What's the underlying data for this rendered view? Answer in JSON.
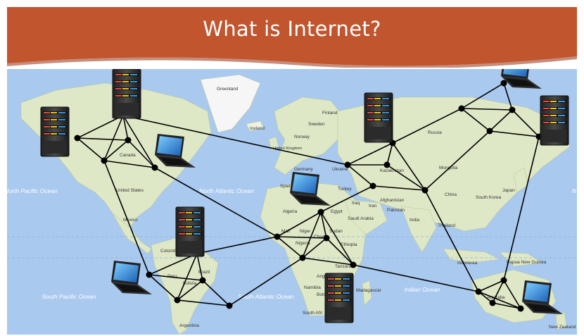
{
  "slide": {
    "title": "What is Internet?"
  },
  "map_labels": {
    "greenland": "Greenland",
    "iceland": "Iceland",
    "finland": "Finland",
    "sweden": "Sweden",
    "norway": "Norway",
    "united_kingdom": "United Kingdom",
    "germany": "Germany",
    "ukraine": "Ukraine",
    "spain": "Spain",
    "turkey": "Turkey",
    "russia": "Russia",
    "kazakhstan": "Kazakhstan",
    "mongolia": "Mongolia",
    "china": "China",
    "south_korea": "South Korea",
    "japan": "Japan",
    "canada": "Canada",
    "united_states": "United States",
    "mexico": "Mexico",
    "colombia": "Colombia",
    "peru": "Peru",
    "brazil": "Brazil",
    "bolivia": "Bolivia",
    "argentina": "Argentina",
    "algeria": "Algeria",
    "egypt": "Egypt",
    "mali": "Mali",
    "niger": "Niger",
    "sudan": "Sudan",
    "chad": "Chad",
    "nigeria": "Nigeria",
    "ethiopia": "Ethiopia",
    "iraq": "Iraq",
    "iran": "Iran",
    "saudi_arabia": "Saudi Arabia",
    "afghanistan": "Afghanistan",
    "pakistan": "Pakistan",
    "india": "India",
    "thailand": "Thailand",
    "indonesia": "Indonesia",
    "papua_new_guinea": "Papua New Guinea",
    "australia": "Australia",
    "new_zealand": "New Zealand",
    "tanzania": "Tanzania",
    "angola": "Angola",
    "namibia": "Namibia",
    "botswana": "Bots",
    "madagascar": "Madagascar",
    "south_africa": "South Afri",
    "north_pacific": "North Pacific Ocean",
    "north_atlantic": "North Atlantic Ocean",
    "south_pacific": "South Pacific Ocean",
    "south_atlantic": "South Atlantic Ocean",
    "indian_ocean": "Indian Ocean",
    "n_edge": "N"
  },
  "colors": {
    "banner": "#c0552e",
    "ocean": "#a9c9ef",
    "land": "#dfe8c6",
    "ice": "#f6f6f6",
    "link": "#000000"
  }
}
